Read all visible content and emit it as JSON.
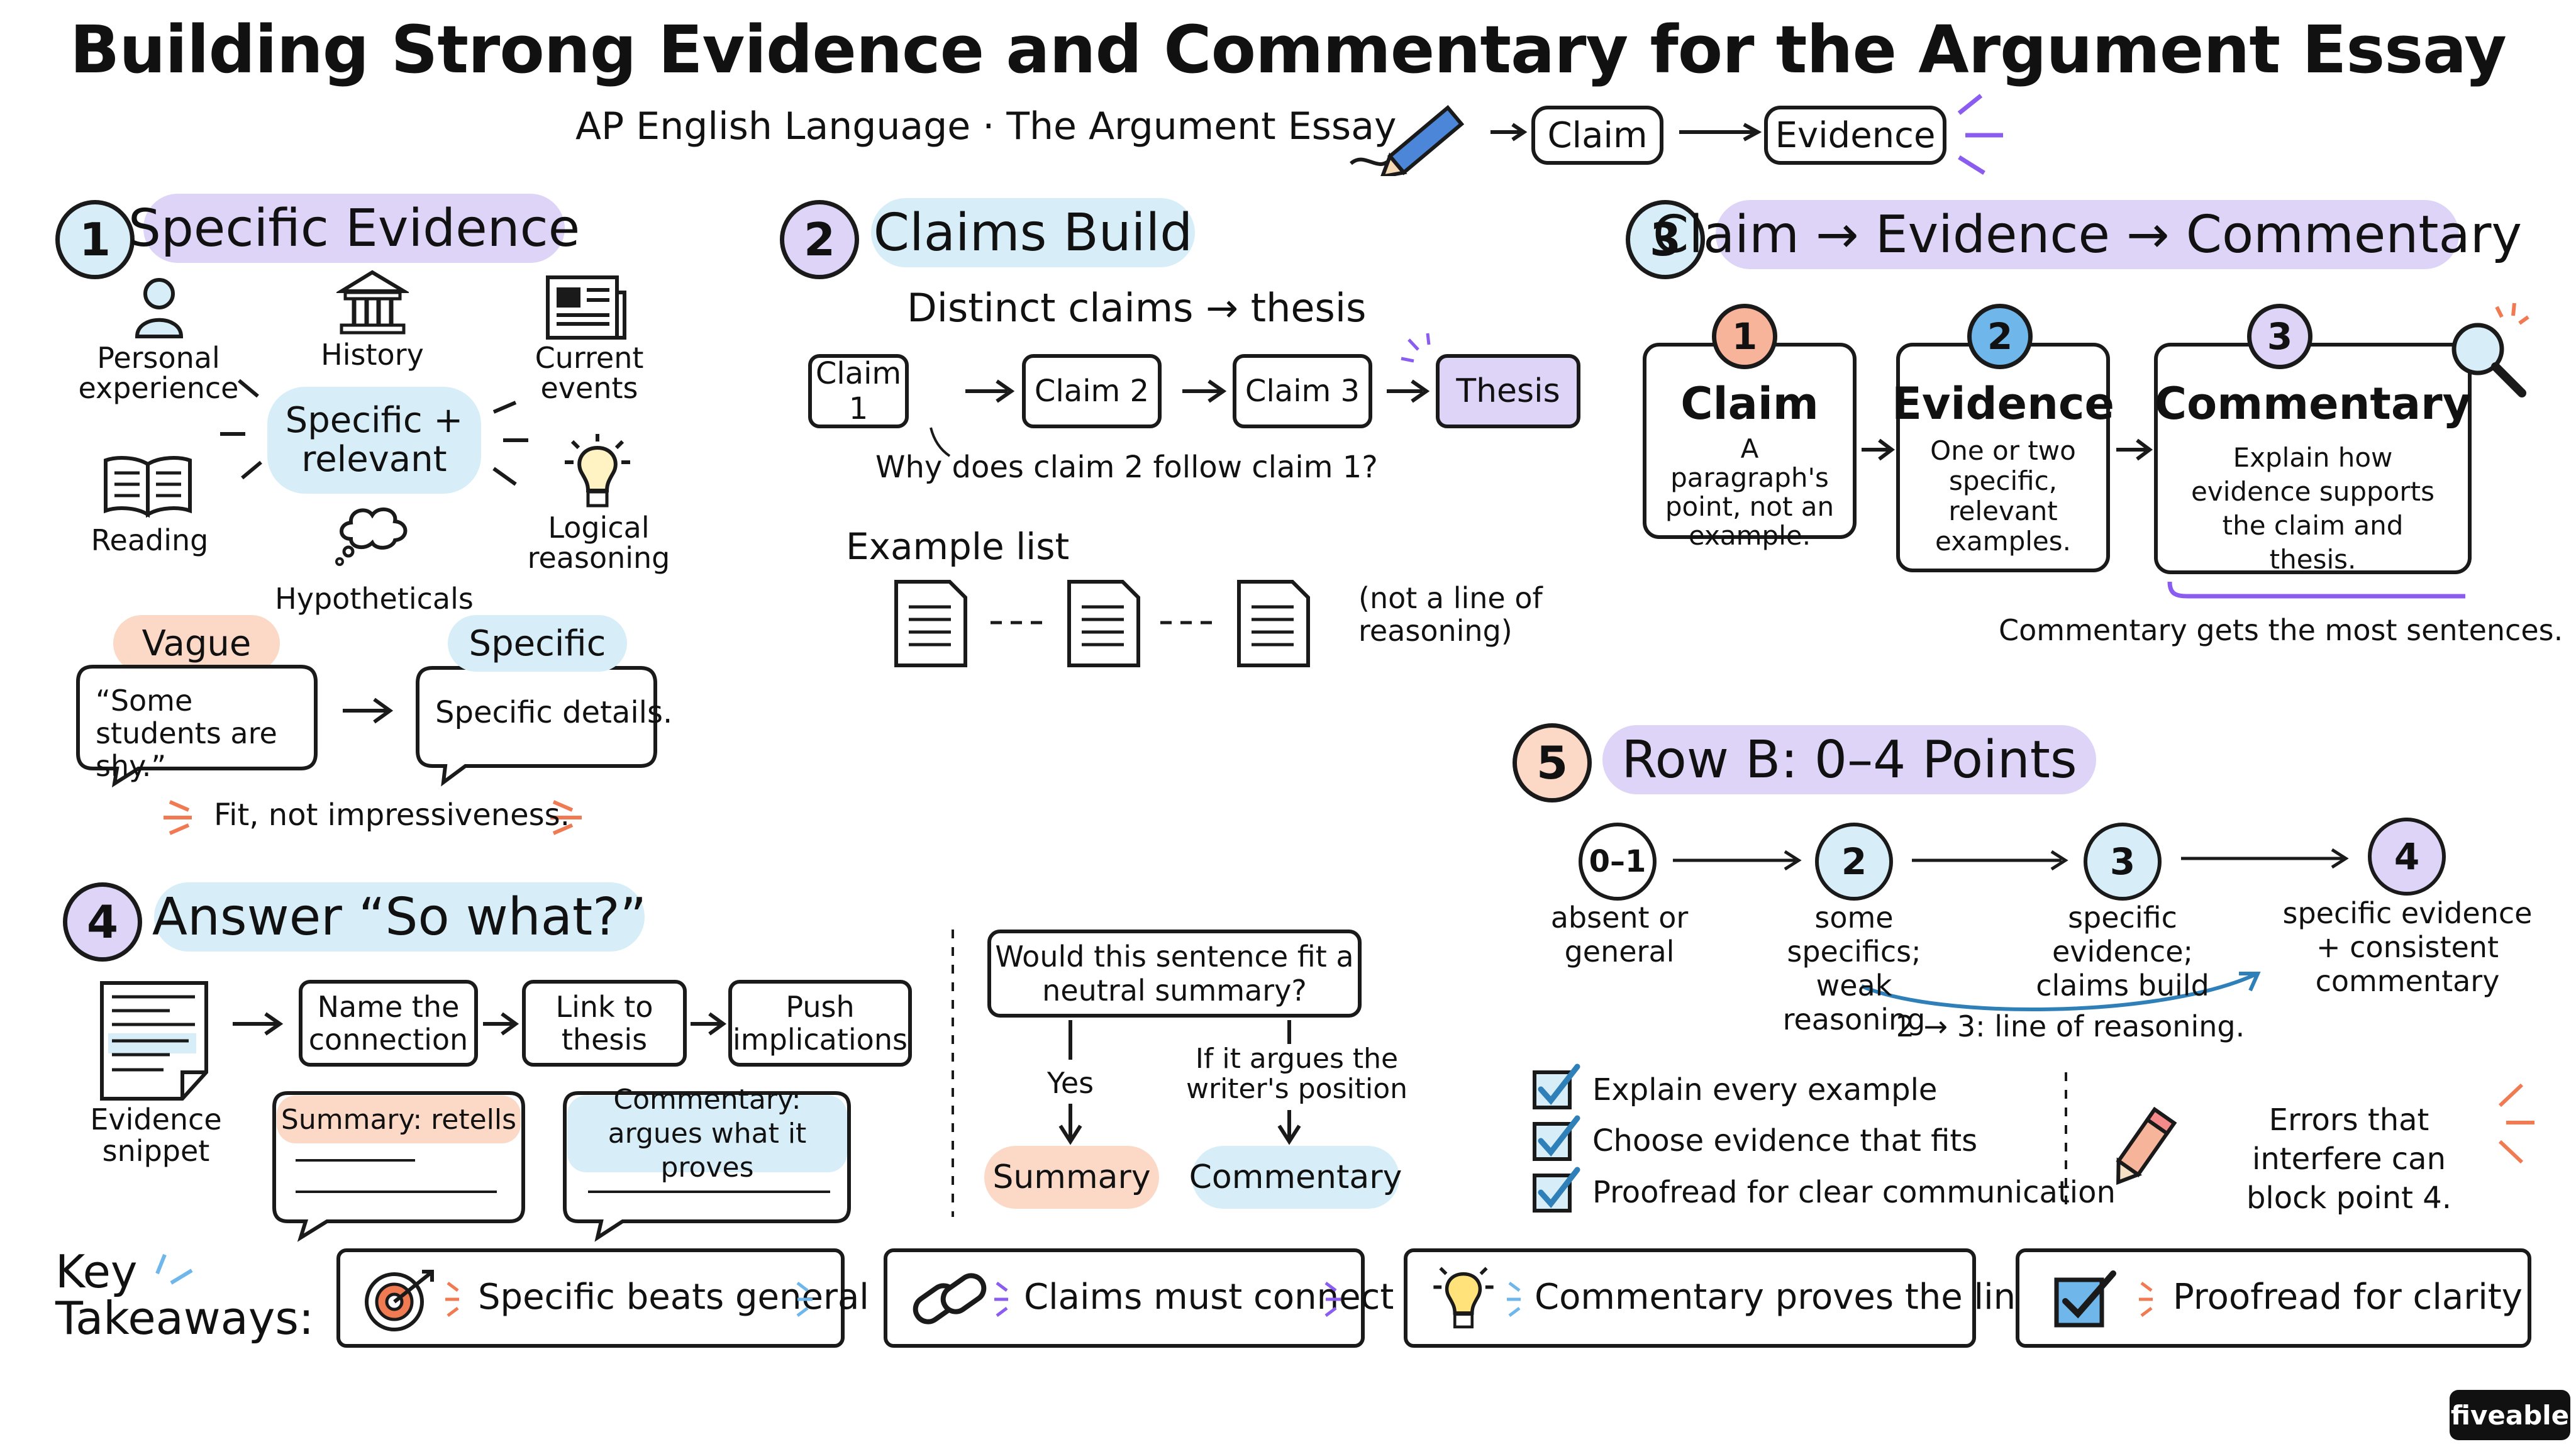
{
  "header": {
    "title": "Building Strong Evidence and Commentary for the Argument Essay",
    "subtitle": "AP English Language · The Argument Essay",
    "flow": [
      "Claim",
      "Evidence"
    ]
  },
  "colors": {
    "purple": "#ded4f7",
    "blue": "#d7eef8",
    "peach": "#fbd9c6",
    "ink": "#1a1a1a",
    "orange": "#f07a52",
    "accent_blue": "#2f7fb8"
  },
  "section1": {
    "number": "1",
    "title": "Specific Evidence",
    "center": "Specific + relevant",
    "sources": [
      {
        "label": "Personal experience",
        "icon": "person-icon"
      },
      {
        "label": "History",
        "icon": "museum-icon"
      },
      {
        "label": "Current events",
        "icon": "newspaper-icon"
      },
      {
        "label": "Reading",
        "icon": "book-icon"
      },
      {
        "label": "Logical reasoning",
        "icon": "lightbulb-icon"
      },
      {
        "label": "Hypotheticals",
        "icon": "thought-cloud-icon"
      }
    ],
    "vague_label": "Vague",
    "vague_text": "“Some students are shy.”",
    "specific_label": "Specific",
    "specific_text": "Specific details.",
    "note": "Fit, not impressiveness."
  },
  "section2": {
    "number": "2",
    "title": "Claims Build",
    "subtitle": "Distinct claims → thesis",
    "claims": [
      "Claim 1",
      "Claim 2",
      "Claim 3"
    ],
    "thesis": "Thesis",
    "question": "Why does claim 2 follow claim 1?",
    "example_title": "Example list",
    "example_note": "(not a line of reasoning)"
  },
  "section3": {
    "number": "3",
    "title": "Claim → Evidence → Commentary",
    "steps": [
      {
        "num": "1",
        "title": "Claim",
        "text": "A paragraph's point, not an example."
      },
      {
        "num": "2",
        "title": "Evidence",
        "text": "One or two specific, relevant examples."
      },
      {
        "num": "3",
        "title": "Commentary",
        "text": "Explain how evidence supports the claim and thesis."
      }
    ],
    "note": "Commentary gets the most sentences."
  },
  "section4": {
    "number": "4",
    "title": "Answer “So what?”",
    "snippet_label": "Evidence snippet",
    "steps": [
      "Name the connection",
      "Link to thesis",
      "Push implications"
    ],
    "summary_bubble": "Summary: retells",
    "commentary_bubble": "Commentary: argues what it proves",
    "question": "Would this sentence fit a neutral summary?",
    "yes_label": "Yes",
    "argues_label": "If it argues the writer's position",
    "summary_result": "Summary",
    "commentary_result": "Commentary"
  },
  "section5": {
    "number": "5",
    "title": "Row B: 0–4 Points",
    "points": [
      {
        "score": "0–1",
        "label": "absent or general"
      },
      {
        "score": "2",
        "label": "some specifics; weak reasoning"
      },
      {
        "score": "3",
        "label": "specific evidence; claims build"
      },
      {
        "score": "4",
        "label": "specific evidence + consistent commentary"
      }
    ],
    "jump_note": "2 → 3: line of reasoning.",
    "checklist": [
      "Explain every example",
      "Choose evidence that fits",
      "Proofread for clear communication"
    ],
    "errors_note": "Errors that interfere can block point 4."
  },
  "takeaways": {
    "label": "Key Takeaways:",
    "items": [
      {
        "text": "Specific beats general",
        "icon": "target-icon"
      },
      {
        "text": "Claims must connect",
        "icon": "chain-link-icon"
      },
      {
        "text": "Commentary proves the link",
        "icon": "lightbulb-icon"
      },
      {
        "text": "Proofread for clarity",
        "icon": "checkbox-icon"
      }
    ]
  },
  "brand": "fiveable"
}
